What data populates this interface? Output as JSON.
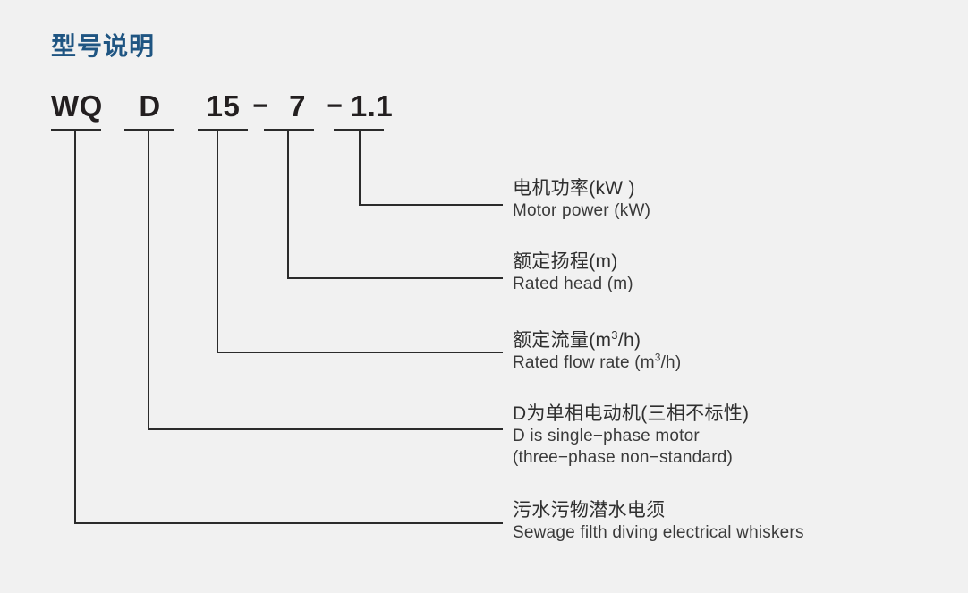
{
  "title": "型号说明",
  "colors": {
    "background": "#f1f1f1",
    "title": "#1f5582",
    "line": "#2b2b2b",
    "text_cn": "#2f2f2f",
    "text_en": "#3a3a3a"
  },
  "model_code": {
    "full": "WQD 15 - 7 - 1.1",
    "segments": [
      {
        "text": "WQ",
        "underlined": true
      },
      {
        "text": "D",
        "underlined": true
      },
      {
        "text": "15",
        "underlined": true
      },
      {
        "text": "−",
        "underlined": false
      },
      {
        "text": "7",
        "underlined": true
      },
      {
        "text": "−",
        "underlined": false
      },
      {
        "text": "1.1",
        "underlined": true
      }
    ]
  },
  "callouts": [
    {
      "id": "motor-power",
      "source_segment": "1.1",
      "cn": "电机功率(kW )",
      "en": "Motor power (kW)",
      "en2": ""
    },
    {
      "id": "rated-head",
      "source_segment": "7",
      "cn": "额定扬程(m)",
      "en": "Rated head (m)",
      "en2": ""
    },
    {
      "id": "rated-flow-rate",
      "source_segment": "15",
      "cn_prefix": "额定流量(m",
      "cn_sup": "3",
      "cn_suffix": "/h)",
      "en_prefix": "Rated flow rate (m",
      "en_sup": "3",
      "en_suffix": "/h)"
    },
    {
      "id": "single-phase-motor",
      "source_segment": "D",
      "cn": "D为单相电动机(三相不标性)",
      "en": "D is single−phase motor",
      "en2": "(three−phase non−standard)"
    },
    {
      "id": "sewage-submersible-pump",
      "source_segment": "WQ",
      "cn": "污水污物潜水电须",
      "en": "Sewage filth diving electrical whiskers",
      "en2": ""
    }
  ]
}
